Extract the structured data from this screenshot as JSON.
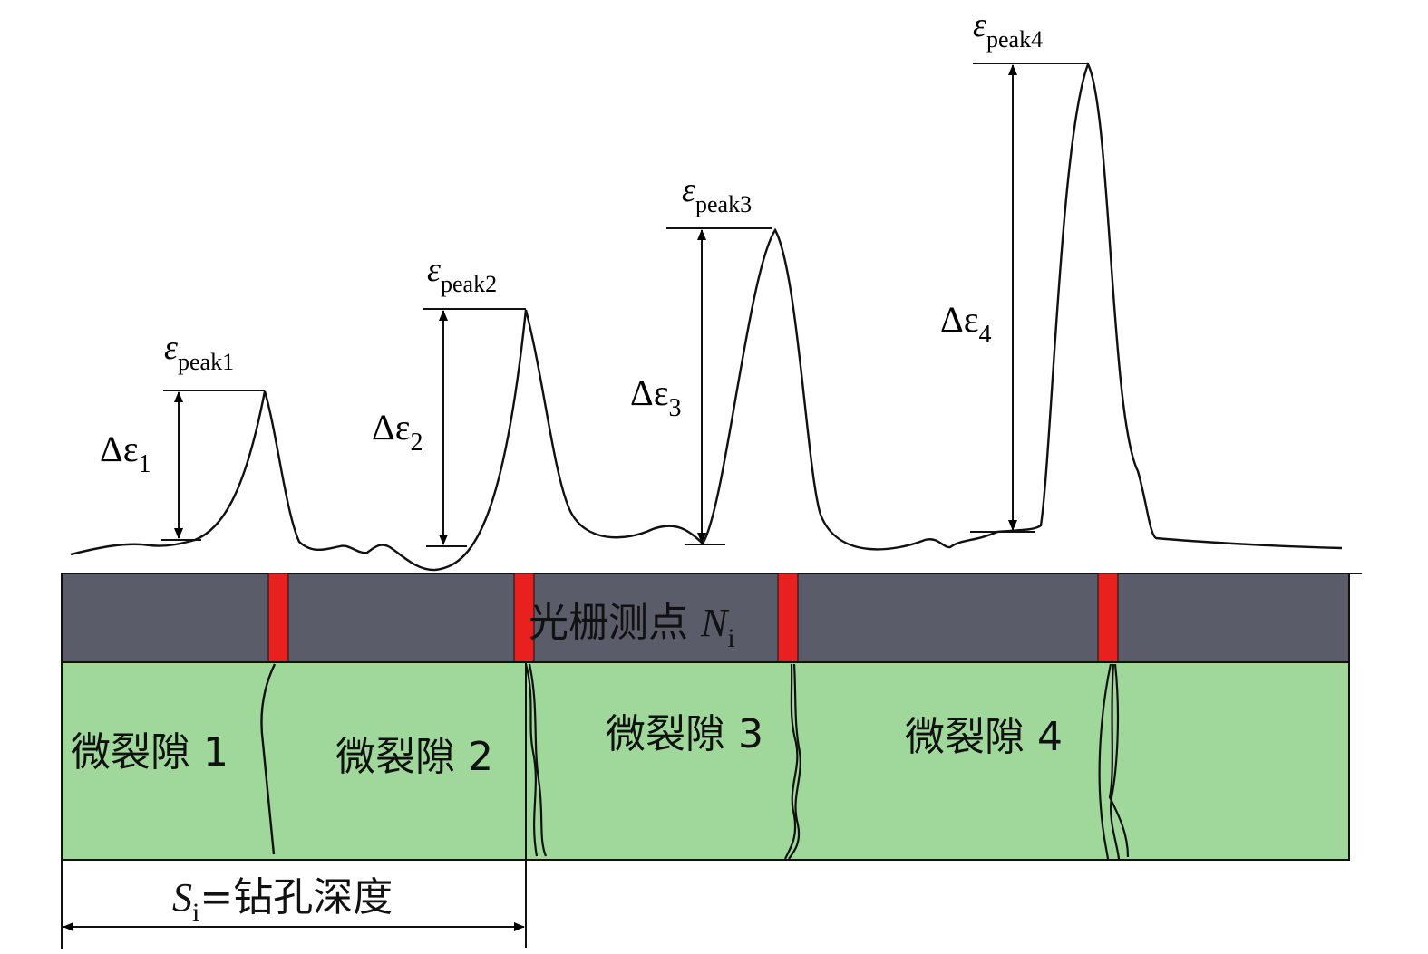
{
  "peaks": [
    {
      "id": "1",
      "peak_label": "ε",
      "peak_sub": "peak1",
      "delta_label": "Δε",
      "delta_sub": "1"
    },
    {
      "id": "2",
      "peak_label": "ε",
      "peak_sub": "peak2",
      "delta_label": "Δε",
      "delta_sub": "2"
    },
    {
      "id": "3",
      "peak_label": "ε",
      "peak_sub": "peak3",
      "delta_label": "Δε",
      "delta_sub": "3"
    },
    {
      "id": "4",
      "peak_label": "ε",
      "peak_sub": "peak4",
      "delta_label": "Δε",
      "delta_sub": "4"
    }
  ],
  "grating_band": {
    "label_prefix": "光栅测点 ",
    "label_var": "N",
    "label_sub": "i",
    "fill": "#5a5d69",
    "marker_color": "#e8201e"
  },
  "rock_band": {
    "fill": "#a0d89b",
    "cracks": [
      {
        "label": "微裂隙 1"
      },
      {
        "label": "微裂隙 2"
      },
      {
        "label": "微裂隙 3"
      },
      {
        "label": "微裂隙 4"
      }
    ]
  },
  "depth": {
    "var": "S",
    "sub": "i",
    "text": "=钻孔深度"
  }
}
